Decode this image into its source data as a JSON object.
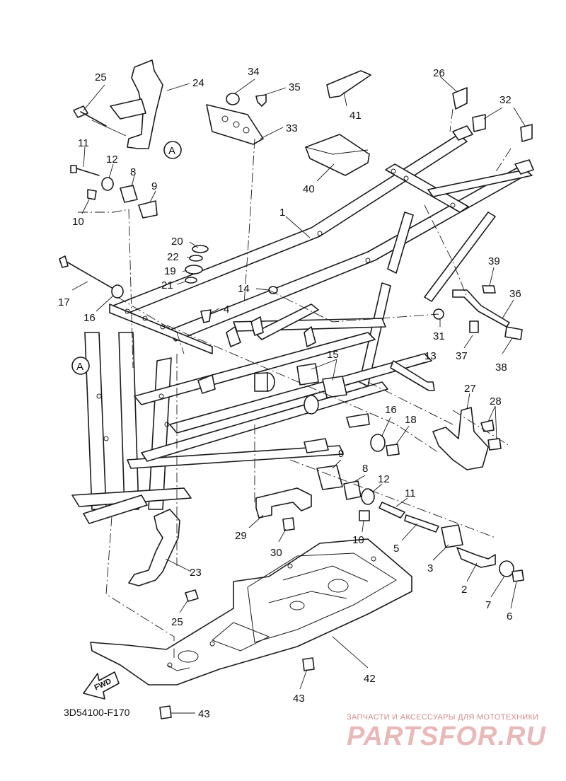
{
  "diagram": {
    "drawing_code": "3D54100-F170",
    "fwd_label": "FWD",
    "reference_marker": "A",
    "callouts": [
      "1",
      "2",
      "3",
      "4",
      "5",
      "6",
      "7",
      "8",
      "9",
      "10",
      "11",
      "12",
      "13",
      "14",
      "15",
      "16",
      "17",
      "18",
      "19",
      "20",
      "21",
      "22",
      "23",
      "24",
      "25",
      "26",
      "27",
      "28",
      "29",
      "30",
      "31",
      "32",
      "33",
      "34",
      "35",
      "36",
      "37",
      "38",
      "39",
      "40",
      "41",
      "42",
      "43"
    ]
  },
  "watermark": {
    "tagline": "ЗАПЧАСТИ И АКСЕССУАРЫ ДЛЯ МОТОТЕХНИКИ",
    "logo": "PARTSFOR.RU"
  }
}
